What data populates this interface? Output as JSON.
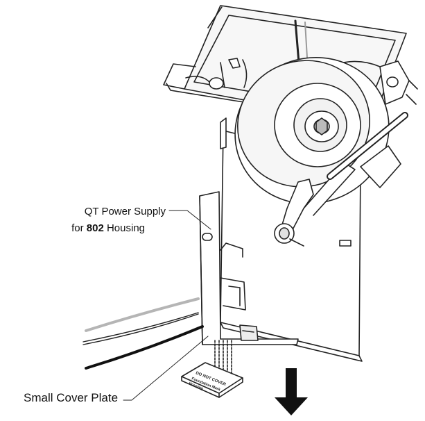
{
  "callouts": {
    "power_supply": {
      "line1": "QT Power Supply",
      "line2_prefix": "for ",
      "line2_bold": "802",
      "line2_suffix": " Housing"
    },
    "cover_plate": "Small Cover Plate"
  },
  "plate_label": [
    "DO NOT COVER",
    "Foundation Mark",
    "Housing"
  ],
  "icons": {
    "arrow": "down-arrow-icon"
  },
  "colors": {
    "ink": "#111111",
    "outline": "#222222",
    "gray_wire": "#b5b5b5",
    "light_fill": "#f2f2f2",
    "mid_fill": "#dcdcdc"
  }
}
